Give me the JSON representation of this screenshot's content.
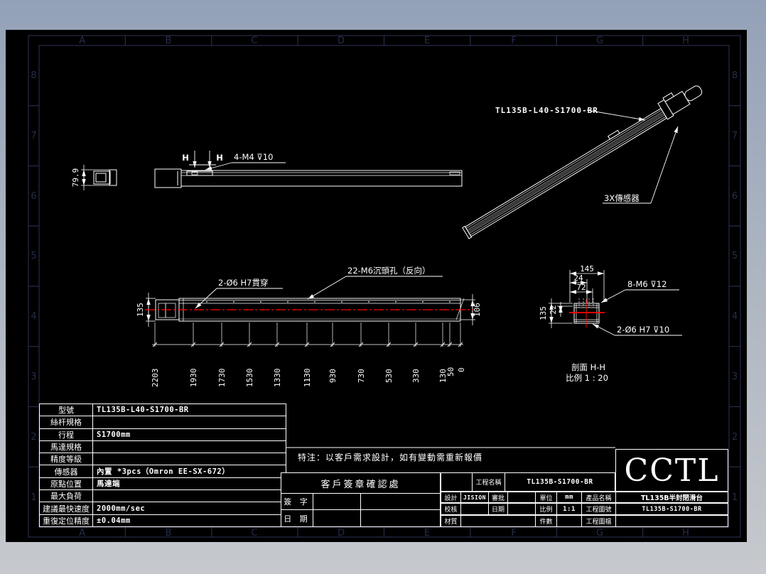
{
  "frame": {
    "columns": [
      "A",
      "B",
      "C",
      "D",
      "E",
      "F",
      "G",
      "H"
    ],
    "rows": [
      "8",
      "7",
      "6",
      "5",
      "4",
      "3",
      "2",
      "1"
    ]
  },
  "colors": {
    "background_black": "#000000",
    "line_white": "#ffffff",
    "centerline_red": "#ff0000",
    "frame_navy": "#272c4a"
  },
  "iso_view": {
    "part_label": "TL135B-L40-S1700-BR",
    "sensor_label": "3X傳感器"
  },
  "top_view": {
    "section_mark_left": "H",
    "section_mark_right": "H",
    "thread_label": "4-M4 ⊽10",
    "end_height_dim": "79.9"
  },
  "front_view": {
    "height_dim_left": "135",
    "height_dim_right": "106",
    "hole_label_top": "2-Ø6 H7貫穿",
    "hole_label_counterbore": "22-M6沉頭孔（反向）",
    "position_dims": [
      "2203",
      "1930",
      "1730",
      "1530",
      "1330",
      "1130",
      "930",
      "730",
      "530",
      "330",
      "130",
      "50",
      "0"
    ]
  },
  "section_view": {
    "width_dims": [
      "145",
      "24",
      "72"
    ],
    "height_dims": [
      "135",
      "22"
    ],
    "thread_label": "8-M6 ⊽12",
    "dowel_label": "2-Ø6 H7 ⊽10",
    "caption_line1": "剖面 H-H",
    "caption_line2": "比例 1 : 20"
  },
  "note": "特注：以客戶需求設計，如有變動需重新報價",
  "spec_table": {
    "rows": [
      {
        "label": "型號",
        "value": "TL135B-L40-S1700-BR"
      },
      {
        "label": "絲杆規格",
        "value": ""
      },
      {
        "label": "行程",
        "value": "S1700mm"
      },
      {
        "label": "馬達規格",
        "value": ""
      },
      {
        "label": "精度等級",
        "value": ""
      },
      {
        "label": "傳感器",
        "value": "內置 *3pcs（Omron EE-SX-672）"
      },
      {
        "label": "原點位置",
        "value": "馬達端"
      },
      {
        "label": "最大負荷",
        "value": ""
      },
      {
        "label": "建議最快速度",
        "value": "2000mm/sec"
      },
      {
        "label": "重復定位精度",
        "value": "±0.04mm"
      }
    ]
  },
  "sign_box": {
    "title": "客戶簽章確認處",
    "sign_label": "簽 字",
    "date_label": "日 期"
  },
  "title_block": {
    "logo": "CCTL",
    "project_label": "工程名稱",
    "project_value": "TL135B-S1700-BR",
    "design_label": "設計",
    "design_value": "JISION",
    "approve_label": "審批",
    "approve_value": "",
    "unit_label": "單位",
    "unit_value": "mm",
    "product_label": "產品名稱",
    "product_value": "TL135B半封閉滑台",
    "check_label": "校核",
    "check_value": "",
    "date_label": "日期",
    "date_value": "",
    "scale_label": "比例",
    "scale_value": "1:1",
    "drawno_label": "工程圖號",
    "drawno_value": "TL135B-S1700-BR",
    "material_label": "材質",
    "material_value": "",
    "qty_label": "件數",
    "qty_value": "",
    "file_label": "工程圖檔",
    "file_value": ""
  }
}
